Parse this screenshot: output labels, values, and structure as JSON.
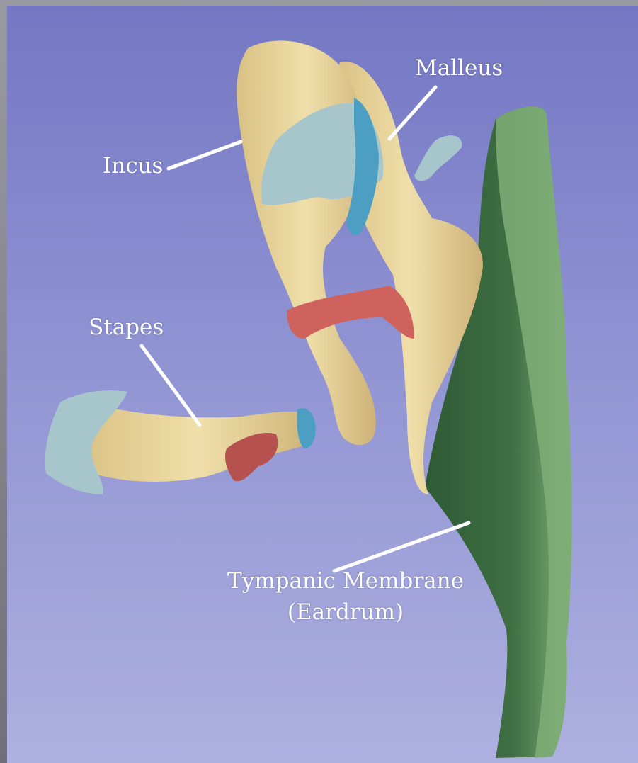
{
  "labels": {
    "malleus": "Malleus",
    "incus": "Incus",
    "stapes": "Stapes",
    "tympanic_line1": "Tympanic Membrane",
    "tympanic_line2": "(Eardrum)"
  },
  "colors": {
    "background_top": "#7477c3",
    "background_bottom": "#aeb0e0",
    "bone": "#ead8a0",
    "membrane": "#5d8f5c",
    "ligament": "#d0625e",
    "cartilage": "#a6c6cc",
    "joint": "#4c9fc2",
    "leader_line": "#ffffff"
  }
}
